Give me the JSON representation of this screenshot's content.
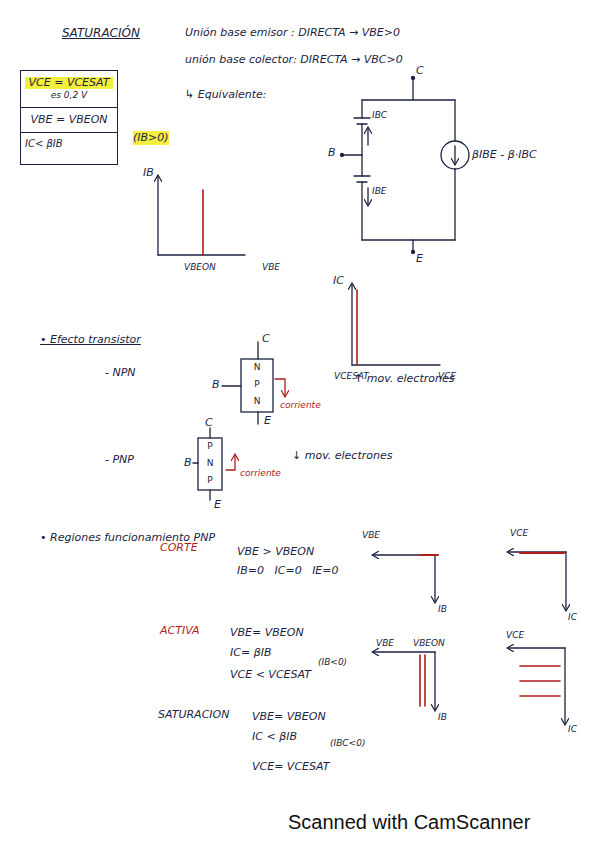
{
  "diagram": {
    "nodes": [
      {
        "text": [
          "VCE = VCESAT",
          "es 0,2 V",
          "VBE = VBEON",
          "IC< βIB"
        ]
      },
      {
        "text": [
          "N"
        ]
      },
      {
        "text": [
          "P"
        ]
      },
      {
        "text": [
          "N"
        ]
      },
      {
        "text": [
          "P"
        ]
      },
      {
        "text": [
          "N"
        ]
      },
      {
        "text": [
          "P"
        ]
      }
    ],
    "labels": [
      "SATURACIÓN",
      "Unión base emisor : DIRECTA → VBE>0",
      "unión base colector: DIRECTA → VBC>0",
      "↳ Equivalente:",
      "(IB>0)",
      "C",
      "IBC",
      "B",
      "βIBE - β·IBC",
      "IBE",
      "E",
      "IB",
      "VBEON",
      "VBE",
      "IC",
      "VCESAT",
      "VCE",
      "• Efecto transistor",
      "C",
      "- NPN",
      "B",
      "corriente",
      "↑ mov. electrones",
      "E",
      "- PNP",
      "C",
      "B",
      "corriente",
      "↓ mov. electrones",
      "E",
      "• Regiones funcionamiento PNP",
      "CORTE",
      "VBE > VBEON",
      "IB=0   IC=0   IE=0",
      "VBE",
      "IB",
      "VCE",
      "IC",
      "ACTIVA",
      "VBE= VBEON",
      "IC= βIB",
      "VCE < VCESAT",
      "(IB<0)",
      "VBE",
      "VBEON",
      "IB",
      "VCE",
      "IC",
      "SATURACION",
      "VBE= VBEON",
      "IC < βIB",
      "(IBC<0)",
      "VCE= VCESAT",
      "Scanned with CamScanner"
    ]
  }
}
